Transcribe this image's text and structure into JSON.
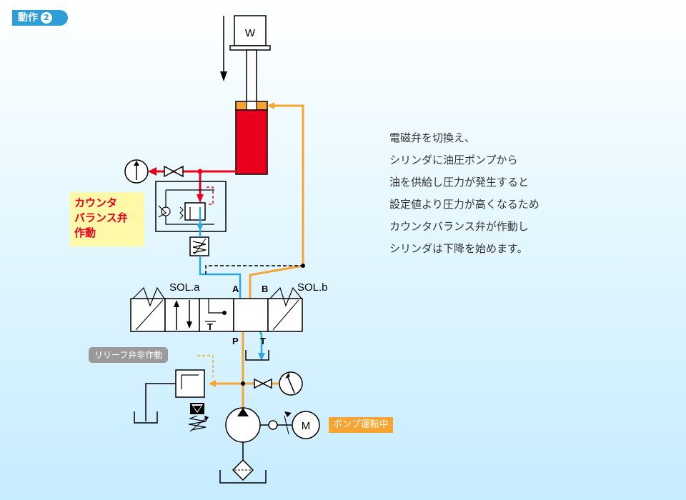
{
  "badge": {
    "label": "動作",
    "number": "2"
  },
  "description": [
    "電磁弁を切換え、",
    "シリンダに油圧ポンプから",
    "油を供給し圧力が発生すると",
    "設定値より圧力が高くなるため",
    "カウンタバランス弁が作動し",
    "シリンダは下降を始めます。"
  ],
  "callout": {
    "lines": [
      "カウンタ",
      "バランス弁",
      "作動"
    ]
  },
  "relief_tag": "リリーフ弁非作動",
  "pump_tag": "ポンプ運転中",
  "labels": {
    "weight": "W",
    "sol_a": "SOL.a",
    "sol_b": "SOL.b",
    "port_a": "A",
    "port_b": "B",
    "port_p": "P",
    "port_t": "T",
    "tank_t": "T",
    "motor": "M"
  },
  "colors": {
    "pressure_line": "#e8001c",
    "supply_line": "#f7a530",
    "return_line": "#29a9e0",
    "cylinder": "#e8001c",
    "badge": "#2e9ed6",
    "callout_bg": "#fff9a8"
  },
  "icons": [
    "down-arrow-icon",
    "pressure-gauge-icon",
    "needle-valve-icon",
    "check-valve-icon",
    "spring-icon",
    "filter-icon",
    "pump-icon",
    "motor-icon",
    "tank-icon"
  ]
}
